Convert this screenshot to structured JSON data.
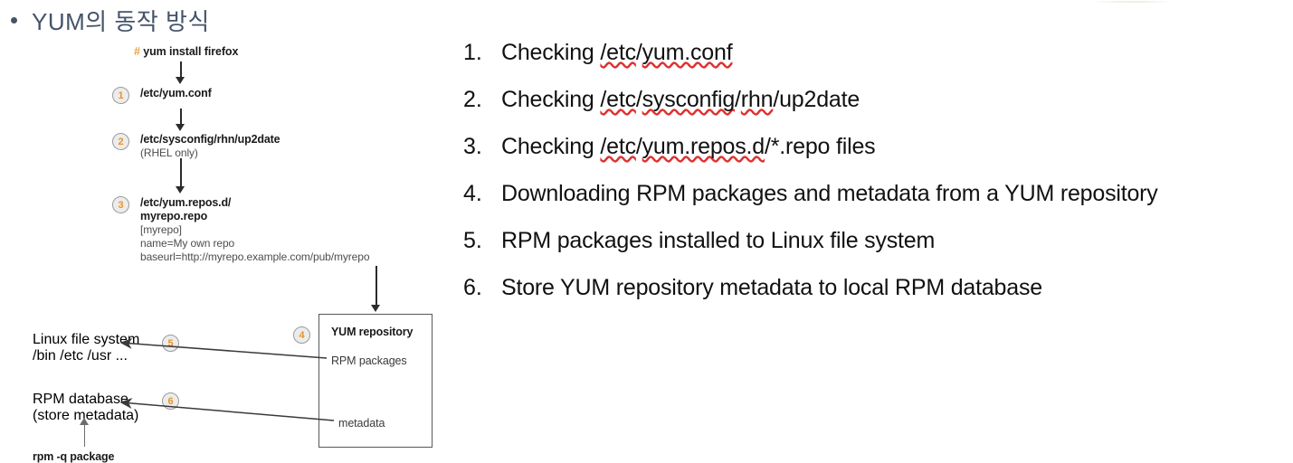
{
  "slide": {
    "title": "YUM의 동작 방식",
    "title_color": "#44546A",
    "bullet_icon": "bullet-dot-icon"
  },
  "diagram": {
    "command": {
      "prompt": "#",
      "prompt_color": "#E8A33D",
      "text": "yum install firefox"
    },
    "steps": [
      {
        "badge": "1",
        "heading": "/etc/yum.conf",
        "sub": ""
      },
      {
        "badge": "2",
        "heading": "/etc/sysconfig/rhn/up2date",
        "sub": "(RHEL only)"
      },
      {
        "badge": "3",
        "heading_line1": "/etc/yum.repos.d/",
        "heading_line2": "myrepo.repo",
        "detail_lines": [
          "[myrepo]",
          "name=My own repo",
          "baseurl=http://myrepo.example.com/pub/myrepo"
        ]
      }
    ],
    "repository": {
      "badge": "4",
      "title": "YUM repository",
      "items": [
        "RPM packages",
        "metadata"
      ]
    },
    "targets": [
      {
        "badge": "5",
        "heading": "Linux file system",
        "sub": "/bin /etc /usr ..."
      },
      {
        "badge": "6",
        "heading": "RPM database",
        "sub": "(store metadata)"
      }
    ],
    "query_command": "rpm -q package",
    "badge_fill": "#ececec",
    "badge_stroke": "#9a9a9a",
    "badge_number_color": "#E8932B"
  },
  "steps_list": [
    {
      "num": "1.",
      "pre": "Checking ",
      "sp1": "/etc",
      "mid": "/",
      "sp2": "yum.conf",
      "post": ""
    },
    {
      "num": "2.",
      "pre": "Checking ",
      "sp1": "/etc",
      "mid": "/",
      "sp2": "sysconfig",
      "post": "/rhn/up2date",
      "sp3": "rhn"
    },
    {
      "num": "3.",
      "pre": "Checking ",
      "sp1": "/etc",
      "mid": "/",
      "sp2": "yum.repos.d",
      "post": "/*.repo files"
    },
    {
      "num": "4.",
      "text": "Downloading RPM packages and metadata from a YUM repository"
    },
    {
      "num": "5.",
      "text": "RPM packages installed to Linux file system"
    },
    {
      "num": "6.",
      "text": "Store YUM repository metadata to local RPM database"
    }
  ]
}
